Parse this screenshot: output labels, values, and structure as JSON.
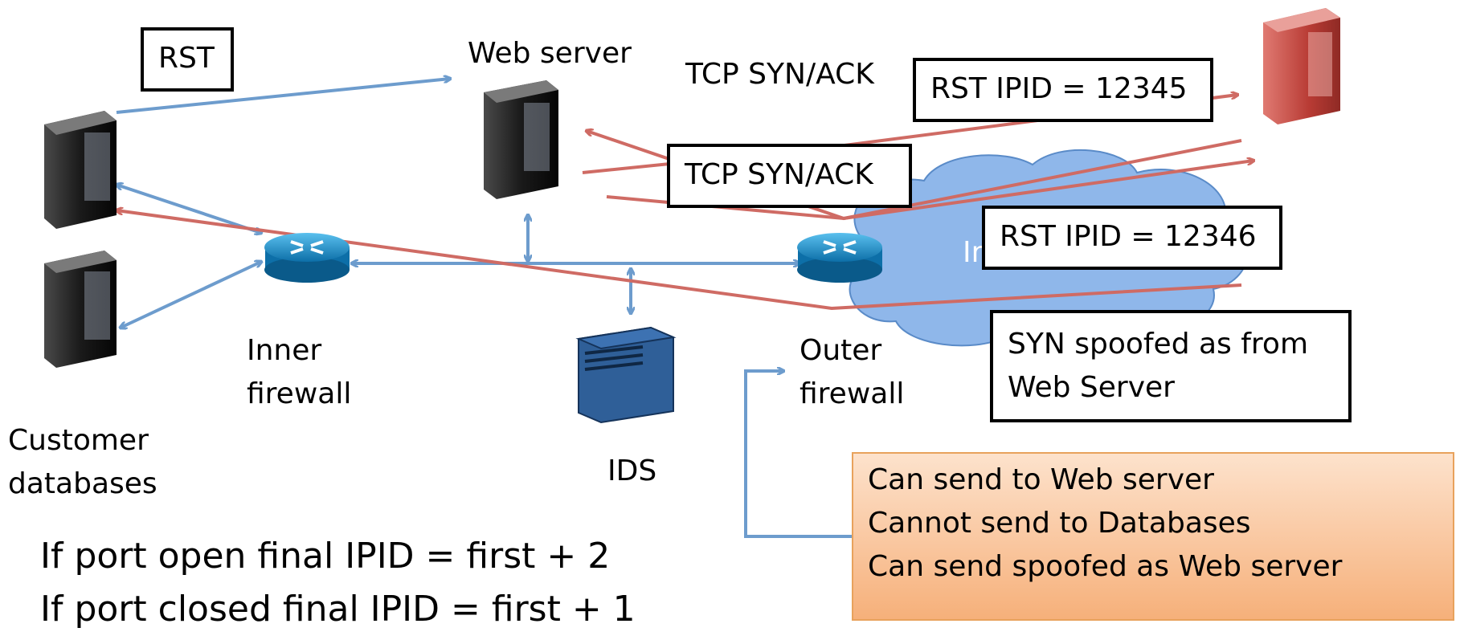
{
  "nodes": {
    "web_server": "Web server",
    "inner_firewall": [
      "Inner",
      "firewall"
    ],
    "outer_firewall": [
      "Outer",
      "firewall"
    ],
    "ids": "IDS",
    "customer_databases": [
      "Customer",
      "databases"
    ],
    "internet_partial": "In"
  },
  "packets": {
    "rst": "RST",
    "syn_ack_1": "TCP SYN/ACK",
    "syn_ack_2": "TCP SYN/ACK",
    "rst_ipid_1": "RST IPID = 12345",
    "rst_ipid_2": "RST IPID = 12346",
    "syn_spoofed": [
      "SYN spoofed as from",
      "Web Server"
    ]
  },
  "note": {
    "lines": [
      "Can send to Web server",
      "Cannot send to Databases",
      "Can send spoofed as Web server"
    ]
  },
  "rules": [
    "If port open final IPID = first + 2",
    "If port closed final IPID = first + 1"
  ],
  "colors": {
    "blue_arrow": "#6d9ccd",
    "red_arrow": "#cf6b64",
    "router": "#1d8fc8",
    "cloud": "#8fb7ea",
    "ids": "#2f5f98",
    "attacker": "#c2403a"
  }
}
